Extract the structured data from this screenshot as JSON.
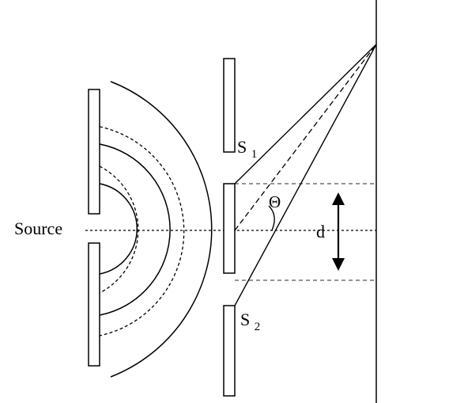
{
  "labels": {
    "source": "Source",
    "slit1_letter": "S",
    "slit1_sub": "1",
    "slit2_letter": "S",
    "slit2_sub": "2",
    "angle": "Θ",
    "separation": "d"
  },
  "colors": {
    "stroke": "#000000",
    "dashed": "#555555",
    "background": "#ffffff"
  }
}
